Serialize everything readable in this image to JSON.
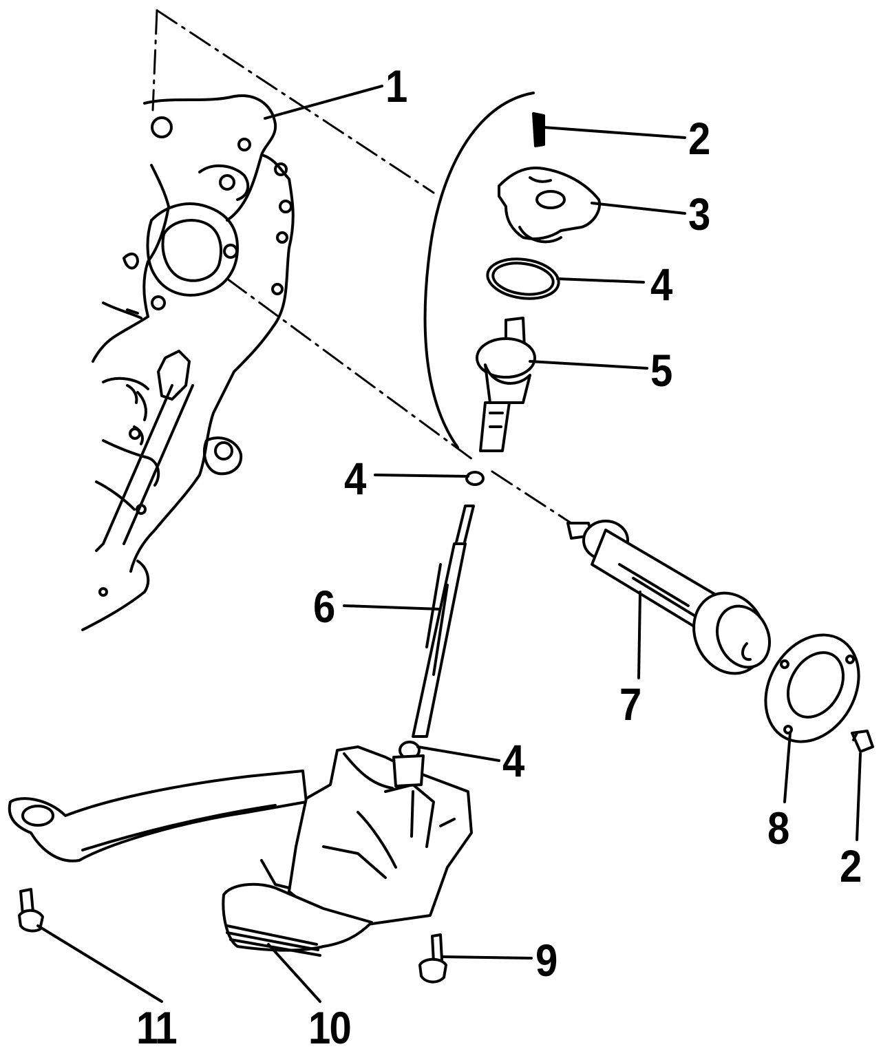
{
  "figure": {
    "background_color": "#ffffff",
    "ink_color": "#000000"
  },
  "callouts": [
    {
      "id": "c1",
      "part": "1",
      "text": "1"
    },
    {
      "id": "c2a",
      "part": "2",
      "text": "2"
    },
    {
      "id": "c3",
      "part": "3",
      "text": "3"
    },
    {
      "id": "c4a",
      "part": "4",
      "text": "4"
    },
    {
      "id": "c5",
      "part": "5",
      "text": "5"
    },
    {
      "id": "c4b",
      "part": "4",
      "text": "4"
    },
    {
      "id": "c6",
      "part": "6",
      "text": "6"
    },
    {
      "id": "c7",
      "part": "7",
      "text": "7"
    },
    {
      "id": "c4c",
      "part": "4",
      "text": "4"
    },
    {
      "id": "c8",
      "part": "8",
      "text": "8"
    },
    {
      "id": "c2b",
      "part": "2",
      "text": "2"
    },
    {
      "id": "c9",
      "part": "9",
      "text": "9"
    },
    {
      "id": "c10",
      "part": "10",
      "text": "10"
    },
    {
      "id": "c11",
      "part": "11",
      "text": "11"
    }
  ]
}
